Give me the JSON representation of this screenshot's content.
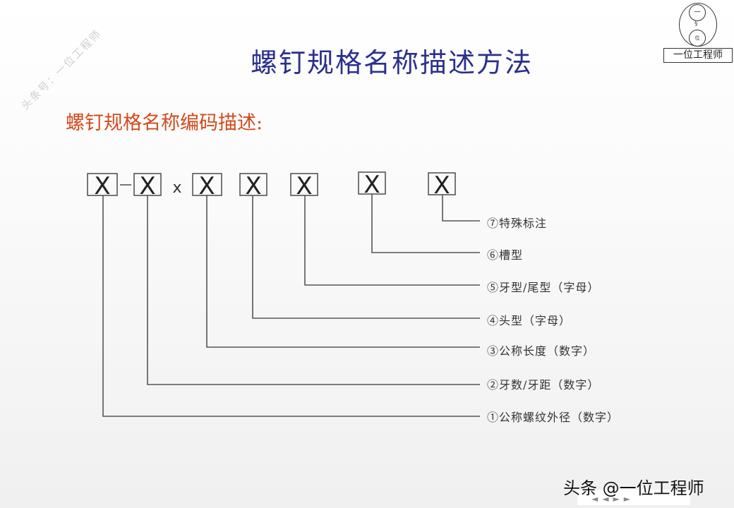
{
  "watermark": "头条号：一位工程师",
  "logo": {
    "top_char": "一",
    "bottom_char": "位",
    "text": "一位工程师"
  },
  "title": "螺钉规格名称描述方法",
  "subtitle": "螺钉规格名称编码描述:",
  "code_pattern": {
    "boxes": [
      "X",
      "X",
      "X",
      "X",
      "X",
      "X",
      "X"
    ],
    "separators": [
      "-",
      "x"
    ]
  },
  "legend": [
    {
      "num": "⑦",
      "text": "特殊标注"
    },
    {
      "num": "⑥",
      "text": "槽型"
    },
    {
      "num": "⑤",
      "text": "牙型/尾型（字母）"
    },
    {
      "num": "④",
      "text": "头型（字母）"
    },
    {
      "num": "③",
      "text": "公称长度（数字）"
    },
    {
      "num": "②",
      "text": "牙数/牙距（数字）"
    },
    {
      "num": "①",
      "text": "公称螺纹外径（数字）"
    }
  ],
  "footer": {
    "brand": "头条 @一位工程师",
    "nav": [
      "◄",
      "◄",
      "►",
      "►"
    ]
  },
  "colors": {
    "title": "#2b2f8e",
    "subtitle": "#d24a1e",
    "lines": "#555555"
  }
}
